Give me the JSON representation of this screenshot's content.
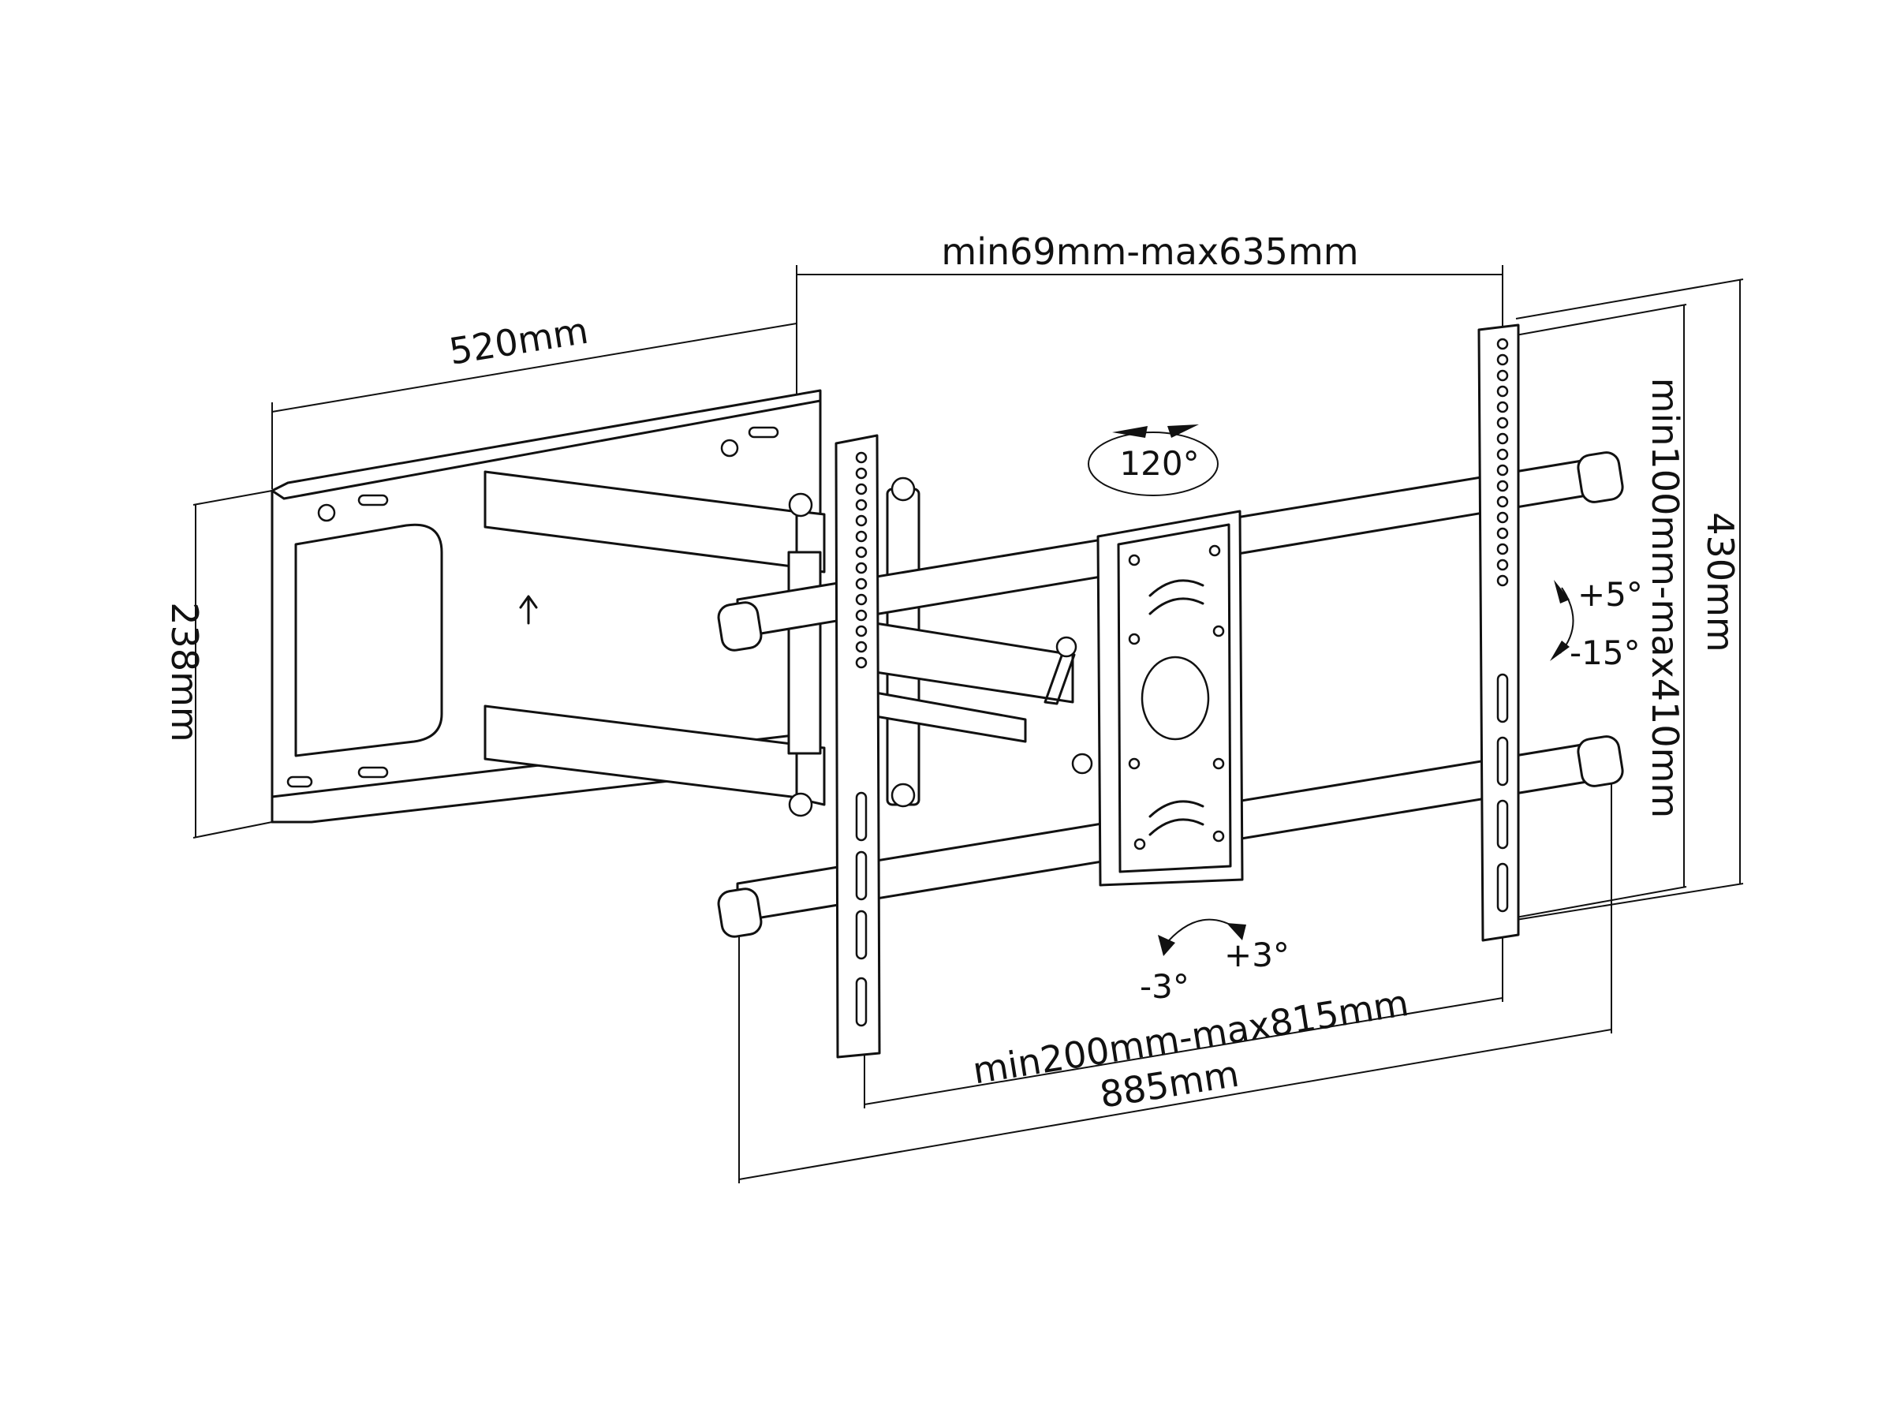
{
  "dimensions": {
    "hole_spacing_range": "min69mm-max635mm",
    "arm_extension": "520mm",
    "wall_plate_height": "238mm",
    "overall_height": "430mm",
    "vertical_hole_range": "min100mm-max410mm",
    "horizontal_hole_range": "min200mm-max815mm",
    "overall_width": "885mm"
  },
  "angles": {
    "swivel": "120°",
    "tilt_up": "+5°",
    "tilt_down": "-15°",
    "rotate_left": "-3°",
    "rotate_right": "+3°"
  }
}
